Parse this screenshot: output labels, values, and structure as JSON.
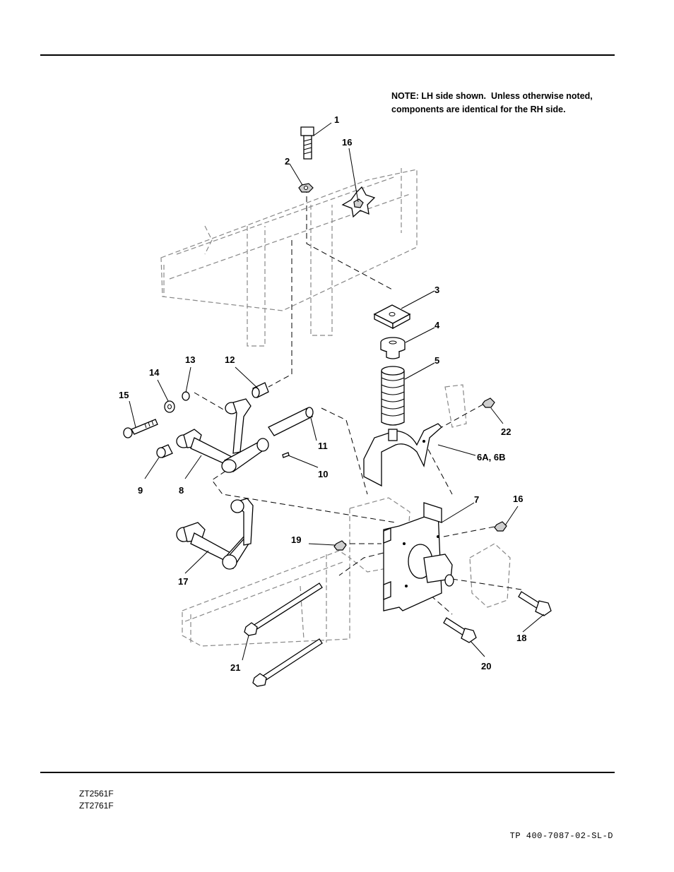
{
  "note": {
    "line1": "NOTE: LH side shown.  Unless otherwise noted,",
    "line2": "components are identical for the RH side."
  },
  "callouts": {
    "c1": "1",
    "c2": "2",
    "c3": "3",
    "c4": "4",
    "c5": "5",
    "c6": "6A, 6B",
    "c7": "7",
    "c8": "8",
    "c9": "9",
    "c10": "10",
    "c11": "11",
    "c12": "12",
    "c13": "13",
    "c14": "14",
    "c15": "15",
    "c16a": "16",
    "c16b": "16",
    "c17": "17",
    "c18": "18",
    "c19": "19",
    "c20": "20",
    "c21": "21",
    "c22": "22"
  },
  "models": [
    "ZT2561F",
    "ZT2761F"
  ],
  "doc_number": "TP 400-7087-02-SL-D"
}
